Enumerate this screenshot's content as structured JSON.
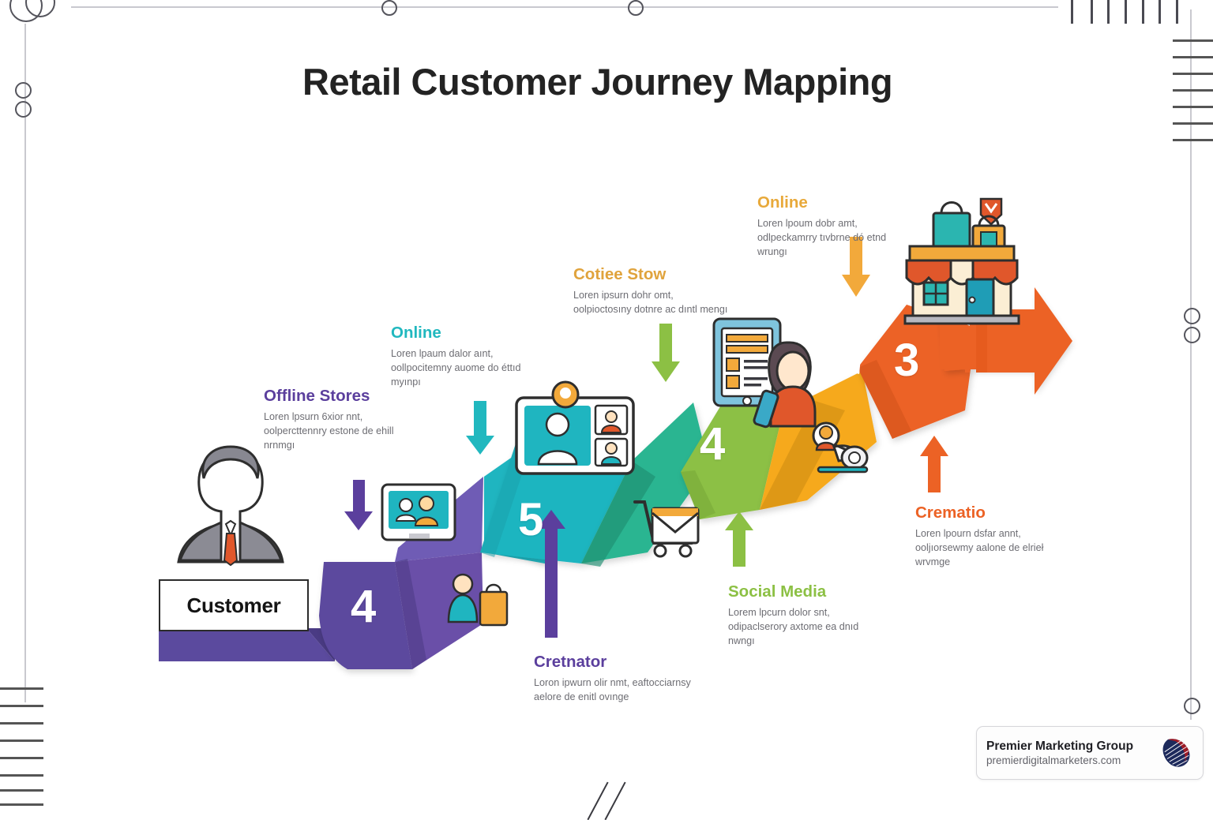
{
  "page": {
    "title": "Retail Customer Journey Mapping"
  },
  "start_label": {
    "text": "Customer"
  },
  "journey": {
    "segments": [
      {
        "number": "4",
        "color": "#5b4a9e",
        "icon": "shopping-person-icon"
      },
      {
        "number": "5",
        "color": "#1fb5c0",
        "icon": "video-call-icon"
      },
      {
        "number": "",
        "color": "#2bb591",
        "icon": "cart-envelope-icon"
      },
      {
        "number": "4",
        "color": "#8cc044",
        "icon": ""
      },
      {
        "number": "",
        "color": "#f6a91b",
        "icon": "laptop-person-icon"
      },
      {
        "number": "3",
        "color": "#ec6225",
        "icon": "storefront-icon"
      }
    ]
  },
  "callouts": [
    {
      "id": "offline-stores",
      "title": "Offline Stores",
      "body": "Loren lpsurn 6xior nnt, oolpercttennry estone de ehill nrnmgı",
      "color": "#5b3f9d",
      "arrow": "down"
    },
    {
      "id": "online-teal",
      "title": "Online",
      "body": "Loren lpaum dalor aınt, oollpocitemny auome do éttıd myınpı",
      "color": "#21b8bf",
      "arrow": "down"
    },
    {
      "id": "cotiee-stow",
      "title": "Cotiee Stow",
      "body": "Loren ipsurn dohr omt, oolpioctosıny dotnre ac dıntl mengı",
      "color": "#e0a33c",
      "arrow": "down"
    },
    {
      "id": "online-gold",
      "title": "Online",
      "body": "Loren lpoum dobr amt, odlpeckamrry tıvbrne dó etnd wrungı",
      "color": "#e8a93a",
      "arrow": "down"
    },
    {
      "id": "cretnator",
      "title": "Cretnator",
      "body": "Loron ipwurn olir nmt, eaftocciarnsy aelore de enitl ovınge",
      "color": "#5b3f9d",
      "arrow": "up"
    },
    {
      "id": "social-media",
      "title": "Social Media",
      "body": "Lorem lpcurn dolor snt, odipaclserory axtome ea dnıd nwngı",
      "color": "#8cc044",
      "arrow": "up"
    },
    {
      "id": "crematio",
      "title": "Crematio",
      "body": "Loren lpourn dsfar annt, ooljıorsewmy aalone de elrieł wrvmge",
      "color": "#ec6225",
      "arrow": "up"
    }
  ],
  "avatar": {
    "name": "customer-avatar-icon"
  },
  "watermark": {
    "name": "Premier Marketing Group",
    "url": "premierdigitalmarketers.com"
  }
}
